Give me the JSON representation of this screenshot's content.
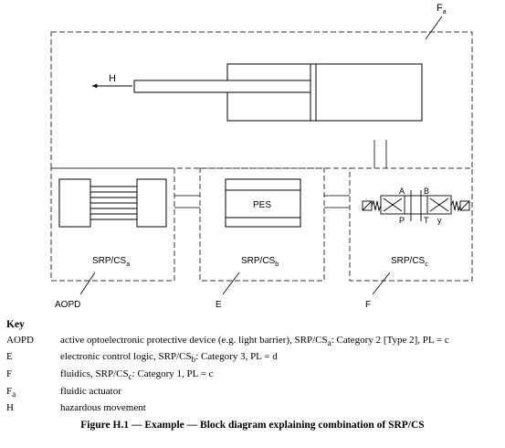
{
  "diagram": {
    "labels": {
      "actuator_ref": "F",
      "actuator_ref_sub": "a",
      "hazard": "H",
      "pes": "PES",
      "port_a": "A",
      "port_b": "B",
      "port_p": "P",
      "port_t": "T",
      "port_y": "y",
      "srp_prefix": "SRP/CS",
      "sub_a": "a",
      "sub_b": "b",
      "sub_c": "c",
      "callout_aopd": "AOPD",
      "callout_e": "E",
      "callout_f": "F"
    }
  },
  "key": {
    "title": "Key",
    "rows": [
      {
        "term": "AOPD",
        "def_pre": "active optoelectronic protective device (e.g. light barrier), SRP/CS",
        "def_sub": "a",
        "def_post": ": Category 2 [Type 2], PL = c"
      },
      {
        "term": "E",
        "def_pre": "electronic control logic, SRP/CS",
        "def_sub": "b",
        "def_post": ": Category 3, PL = d"
      },
      {
        "term": "F",
        "def_pre": "fluidics, SRP/CS",
        "def_sub": "c",
        "def_post": ": Category 1, PL = c"
      },
      {
        "term": "F",
        "term_sub": "a",
        "def_pre": "fluidic actuator",
        "def_sub": "",
        "def_post": ""
      },
      {
        "term": "H",
        "term_sub": "",
        "def_pre": "hazardous movement",
        "def_sub": "",
        "def_post": ""
      }
    ]
  },
  "caption": "Figure H.1 — Example — Block diagram explaining combination of SRP/CS"
}
